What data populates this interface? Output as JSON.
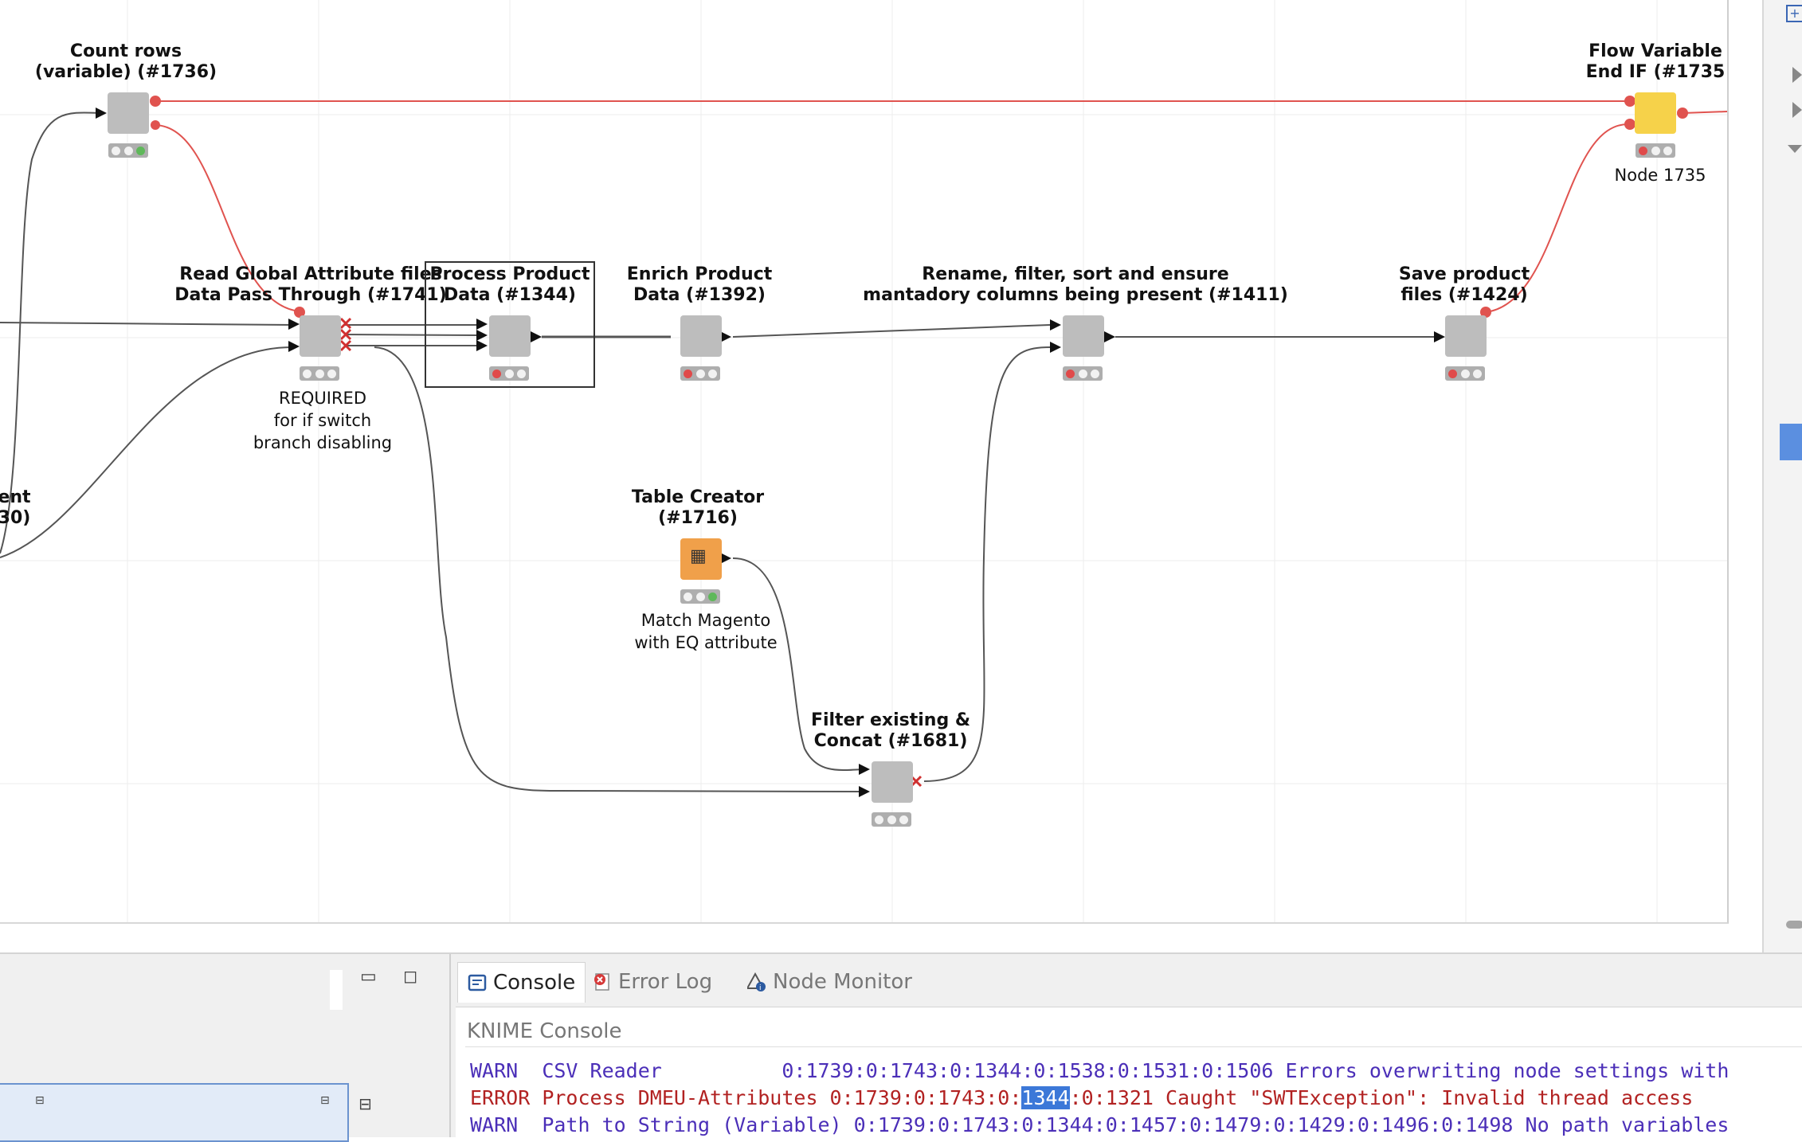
{
  "nodes": {
    "count_rows": {
      "label_line1": "Count rows",
      "label_line2": "(variable) (#1736)"
    },
    "flow_var_end_if": {
      "label_line1": "Flow Variable",
      "label_line2": "End IF (#1735",
      "annotation": "Node 1735"
    },
    "read_global": {
      "label_line1": "Read Global Attribute files",
      "label_line2": "Data Pass Through (#1741)",
      "annotation_line1": "REQUIRED",
      "annotation_line2": "for if switch",
      "annotation_line3": "branch disabling"
    },
    "process_product": {
      "label_line1": "Process Product",
      "label_line2": "Data (#1344)"
    },
    "enrich_product": {
      "label_line1": "Enrich Product",
      "label_line2": "Data (#1392)"
    },
    "rename_filter": {
      "label_line1": "Rename, filter, sort and ensure",
      "label_line2": "mantadory columns being present (#1411)"
    },
    "save_product": {
      "label_line1": "Save product",
      "label_line2": "files (#1424)"
    },
    "table_creator": {
      "label_line1": "Table Creator",
      "label_line2": "(#1716)",
      "annotation_line1": "Match Magento",
      "annotation_line2": "with EQ attribute"
    },
    "filter_existing": {
      "label_line1": "Filter existing &",
      "label_line2": "Concat (#1681)"
    },
    "partial_left": {
      "label_line1": "ent",
      "label_line2": "30)"
    }
  },
  "colors": {
    "flow_variable_wire": "#e0534f",
    "data_wire": "#555555",
    "node_gray": "#bdbdbd",
    "table_creator": "#f0a04a",
    "end_if": "#f6d24a"
  },
  "bottom": {
    "panel_buttons": {
      "minimize": "▭",
      "maximize": "◻"
    },
    "tabs": [
      {
        "label": "Console",
        "icon": "console-icon"
      },
      {
        "label": "Error Log",
        "icon": "error-log-icon"
      },
      {
        "label": "Node Monitor",
        "icon": "node-monitor-icon"
      }
    ],
    "console_title": "KNIME Console",
    "lines": [
      {
        "level": "WARN ",
        "text": "CSV Reader          0:1739:0:1743:0:1344:0:1538:0:1531:0:1506 Errors overwriting node settings with"
      },
      {
        "level": "ERROR",
        "text_pre": "Process DMEU-Attributes 0:1739:0:1743:0:",
        "text_hl": "1344",
        "text_post": ":0:1321 Caught \"SWTException\": Invalid thread access"
      },
      {
        "level": "WARN ",
        "text": "Path to String (Variable) 0:1739:0:1743:0:1344:0:1457:0:1479:0:1429:0:1496:0:1498 No path variables"
      }
    ]
  }
}
